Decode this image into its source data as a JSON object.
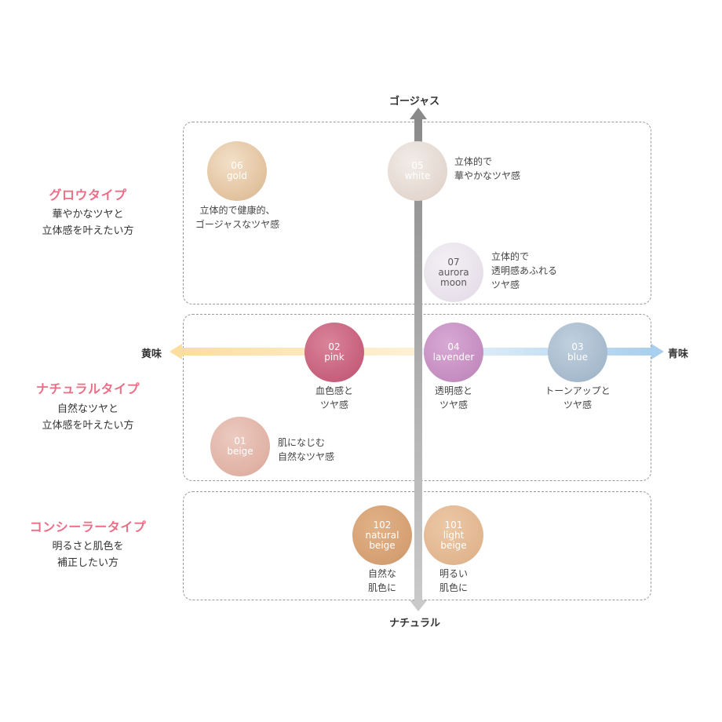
{
  "axes": {
    "top": "ゴージャス",
    "bottom": "ナチュラル",
    "left": "黄味",
    "right": "青味"
  },
  "groups": [
    {
      "title": "グロウタイプ",
      "desc": "華やかなツヤと\n立体感を叶えたい方"
    },
    {
      "title": "ナチュラルタイプ",
      "desc": "自然なツヤと\n立体感を叶えたい方"
    },
    {
      "title": "コンシーラータイプ",
      "desc": "明るさと肌色を\n補正したい方"
    }
  ],
  "swatches": [
    {
      "label": "06\ngold",
      "desc": "立体的で健康的、\nゴージャスなツヤ感",
      "color": "#e6c8a4"
    },
    {
      "label": "05\nwhite",
      "desc": "立体的で\n華やかなツヤ感",
      "color": "#e6dbd4"
    },
    {
      "label": "07\naurora\nmoon",
      "desc": "立体的で\n透明感あふれる\nツヤ感",
      "color": "#e8e2ea"
    },
    {
      "label": "02\npink",
      "desc": "血色感と\nツヤ感",
      "color": "#c9647f"
    },
    {
      "label": "04\nlavender",
      "desc": "透明感と\nツヤ感",
      "color": "#c58fc2"
    },
    {
      "label": "03\nblue",
      "desc": "トーンアップと\nツヤ感",
      "color": "#a9bdd0"
    },
    {
      "label": "01\nbeige",
      "desc": "肌になじむ\n自然なツヤ感",
      "color": "#e2b5a8"
    },
    {
      "label": "102\nnatural\nbeige",
      "desc": "自然な\n肌色に",
      "color": "#d6a175"
    },
    {
      "label": "101\nlight\nbeige",
      "desc": "明るい\n肌色に",
      "color": "#e2b791"
    }
  ],
  "colors": {
    "group_title": "#ec6e86",
    "yellow_axis": "#fbe0a6",
    "blue_axis": "#b8d7ef",
    "vertical_axis": "#8a8a8a"
  }
}
